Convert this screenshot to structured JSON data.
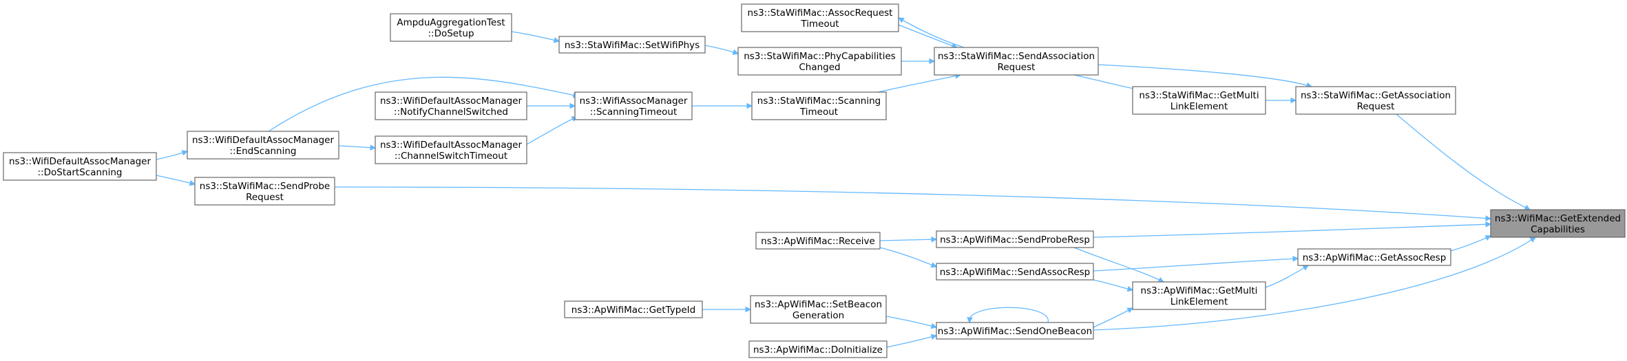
{
  "graph": {
    "edge_color": "#63b8ff",
    "root_fill": "#999999",
    "nodes": {
      "get_ext_caps": [
        "ns3::WifiMac::GetExtended",
        "Capabilities"
      ],
      "sta_get_assoc_req": [
        "ns3::StaWifiMac::GetAssociation",
        "Request"
      ],
      "sta_send_probe_req": [
        "ns3::StaWifiMac::SendProbe",
        "Request"
      ],
      "ap_send_probe_resp": [
        "ns3::ApWifiMac::SendProbeResp"
      ],
      "ap_get_assoc_resp": [
        "ns3::ApWifiMac::GetAssocResp"
      ],
      "ap_send_one_beacon": [
        "ns3::ApWifiMac::SendOneBeacon"
      ],
      "sta_get_multi_link": [
        "ns3::StaWifiMac::GetMulti",
        "LinkElement"
      ],
      "sta_send_assoc_req": [
        "ns3::StaWifiMac::SendAssociation",
        "Request"
      ],
      "sta_assoc_req_timeout": [
        "ns3::StaWifiMac::AssocRequest",
        "Timeout"
      ],
      "sta_phy_caps_changed": [
        "ns3::StaWifiMac::PhyCapabilities",
        "Changed"
      ],
      "sta_scanning_timeout": [
        "ns3::StaWifiMac::Scanning",
        "Timeout"
      ],
      "sta_set_wifi_phys": [
        "ns3::StaWifiMac::SetWifiPhys"
      ],
      "ampdu_do_setup": [
        "AmpduAggregationTest",
        "::DoSetup"
      ],
      "assoc_mgr_scanning_timeout": [
        "ns3::WifiAssocManager",
        "::ScanningTimeout"
      ],
      "default_notify_channel": [
        "ns3::WifiDefaultAssocManager",
        "::NotifyChannelSwitched"
      ],
      "default_channel_switch_timeout": [
        "ns3::WifiDefaultAssocManager",
        "::ChannelSwitchTimeout"
      ],
      "default_end_scanning": [
        "ns3::WifiDefaultAssocManager",
        "::EndScanning"
      ],
      "default_do_start_scanning": [
        "ns3::WifiDefaultAssocManager",
        "::DoStartScanning"
      ],
      "ap_get_multi_link": [
        "ns3::ApWifiMac::GetMulti",
        "LinkElement"
      ],
      "ap_send_assoc_resp": [
        "ns3::ApWifiMac::SendAssocResp"
      ],
      "ap_receive": [
        "ns3::ApWifiMac::Receive"
      ],
      "ap_set_beacon_gen": [
        "ns3::ApWifiMac::SetBeacon",
        "Generation"
      ],
      "ap_get_type_id": [
        "ns3::ApWifiMac::GetTypeId"
      ],
      "ap_do_initialize": [
        "ns3::ApWifiMac::DoInitialize"
      ]
    }
  }
}
